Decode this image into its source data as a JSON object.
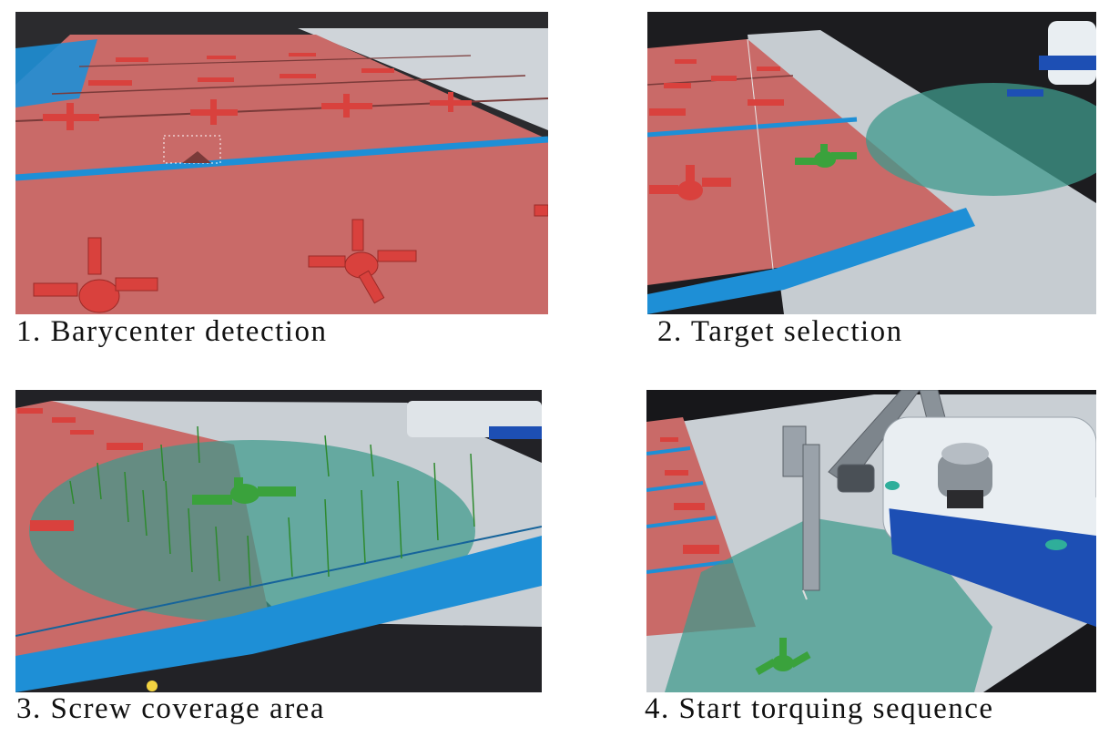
{
  "panels": [
    {
      "caption": "1. Barycenter detection"
    },
    {
      "caption": "2. Target selection"
    },
    {
      "caption": "3. Screw coverage area"
    },
    {
      "caption": "4. Start torquing sequence"
    }
  ],
  "colors": {
    "panel_red": "#c96a68",
    "marker_red": "#d9413d",
    "marker_green": "#3aa23c",
    "rail_blue": "#1e8fd6",
    "walkway_gray": "#c9cfd4",
    "floor_dark": "#2b2b2e",
    "coverage_teal": "#3f9a8c",
    "robot_blue": "#1d4fb4",
    "robot_white": "#e9eef2"
  }
}
